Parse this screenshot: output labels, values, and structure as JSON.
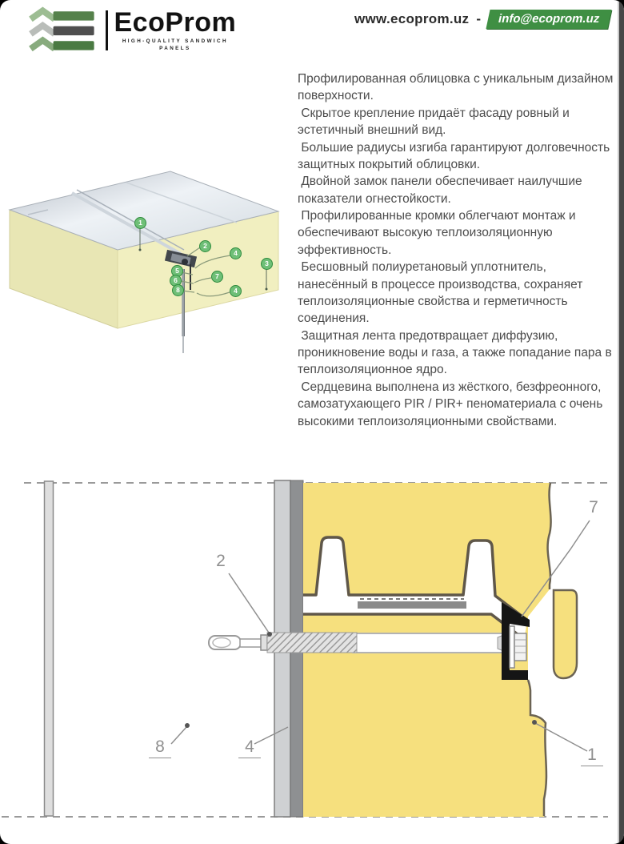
{
  "header": {
    "brand": "EcoProm",
    "tagline_line1": "HIGH-QUALITY SANDWICH",
    "tagline_line2": "PANELS",
    "website": "www.ecoprom.uz",
    "separator": "-",
    "email": "info@ecoprom.uz"
  },
  "colors": {
    "badge_green": "#3f8f43",
    "logo_green": "#4a7a42",
    "panel_yellow": "#f6e07e",
    "foam_cream": "#f0eec0",
    "callout_green": "#6fbf77"
  },
  "features": {
    "paragraphs": [
      "Профилированная облицовка с уникальным дизайном поверхности.",
      " Скрытое крепление придаёт фасаду ровный и эстетичный внешний вид.",
      " Большие радиусы изгиба гарантируют долговечность защитных покрытий облицовки.",
      " Двойной замок панели обеспечивает наилучшие показатели огнестойкости.",
      " Профилированные кромки облегчают монтаж и обеспечивают высокую теплоизоляционную эффективность.",
      " Бесшовный полиуретановый уплотнитель, нанесённый в процессе производства, сохраняет теплоизоляционные свойства и герметичность соединения.",
      " Защитная лента предотвращает диффузию, проникновение воды и газа, а также попадание пара в теплоизоляционное ядро.",
      " Сердцевина выполнена из жёсткого, безфреонного, самозатухающего PIR / PIR+ пеноматериала с очень высокими теплоизоляционными свойствами."
    ]
  },
  "panel_illustration": {
    "callouts": [
      {
        "n": "1"
      },
      {
        "n": "2"
      },
      {
        "n": "4"
      },
      {
        "n": "3"
      },
      {
        "n": "5"
      },
      {
        "n": "6"
      },
      {
        "n": "8"
      },
      {
        "n": "7"
      },
      {
        "n": "4"
      }
    ]
  },
  "joint_diagram": {
    "labels": [
      {
        "n": "7"
      },
      {
        "n": "2"
      },
      {
        "n": "8"
      },
      {
        "n": "4"
      },
      {
        "n": "1"
      }
    ]
  }
}
